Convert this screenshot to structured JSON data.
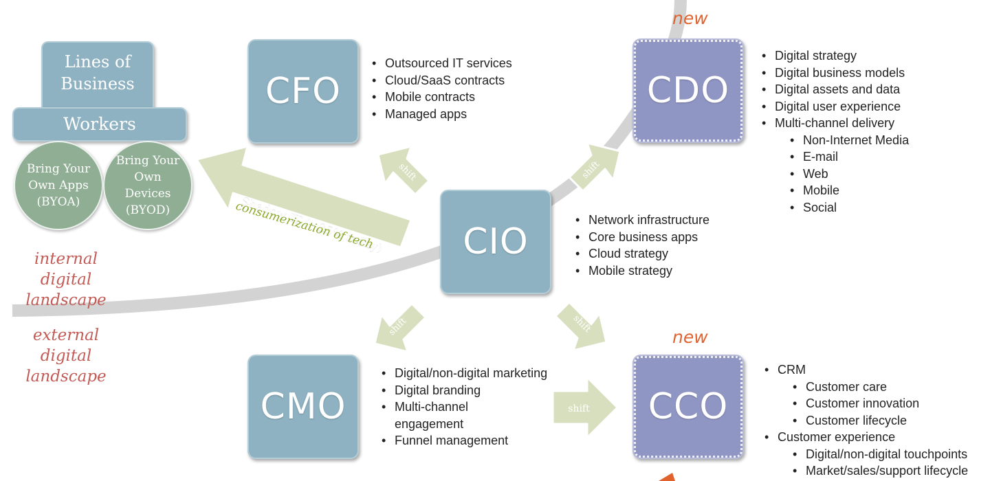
{
  "roles": {
    "cfo": "CFO",
    "cdo": "CDO",
    "cio": "CIO",
    "cmo": "CMO",
    "cco": "CCO"
  },
  "new_labels": {
    "cdo": "new",
    "cco": "new"
  },
  "lob": {
    "title": "Lines of Business",
    "workers": "Workers",
    "byoa": "Bring Your Own Apps (BYOA)",
    "byod": "Bring Your Own Devices (BYOD)"
  },
  "landscape": {
    "internal": "internal digital landscape",
    "external": "external digital landscape"
  },
  "arrows": {
    "shadow_it": "Shadow IT (~35% today)",
    "consumerization": "consumerization of tech",
    "shift": "shift"
  },
  "cfo_bullets": [
    "Outsourced IT services",
    "Cloud/SaaS contracts",
    "Mobile contracts",
    "Managed apps"
  ],
  "cdo_bullets": [
    "Digital strategy",
    "Digital business models",
    "Digital assets and data",
    "Digital user experience",
    "Multi-channel delivery"
  ],
  "cdo_sub_bullets": [
    "Non-Internet Media",
    "E-mail",
    "Web",
    "Mobile",
    "Social"
  ],
  "cio_bullets": [
    "Network infrastructure",
    "Core business apps",
    "Cloud strategy",
    "Mobile strategy"
  ],
  "cmo_bullets": [
    "Digital/non-digital marketing",
    "Digital branding",
    "Multi-channel engagement",
    "Funnel management"
  ],
  "cco_bullets": {
    "crm": "CRM",
    "crm_sub": [
      "Customer care",
      "Customer innovation",
      "Customer lifecycle"
    ],
    "cx": "Customer experience",
    "cx_sub": [
      "Digital/non-digital touchpoints",
      "Market/sales/support lifecycle"
    ]
  },
  "colors": {
    "existing_role": "#8eb2c2",
    "new_role": "#9096c4",
    "arrow": "#d8dfbf",
    "new_tag": "#e0632e",
    "landscape_text": "#c25a55",
    "consumerization_text": "#8aa82a"
  }
}
